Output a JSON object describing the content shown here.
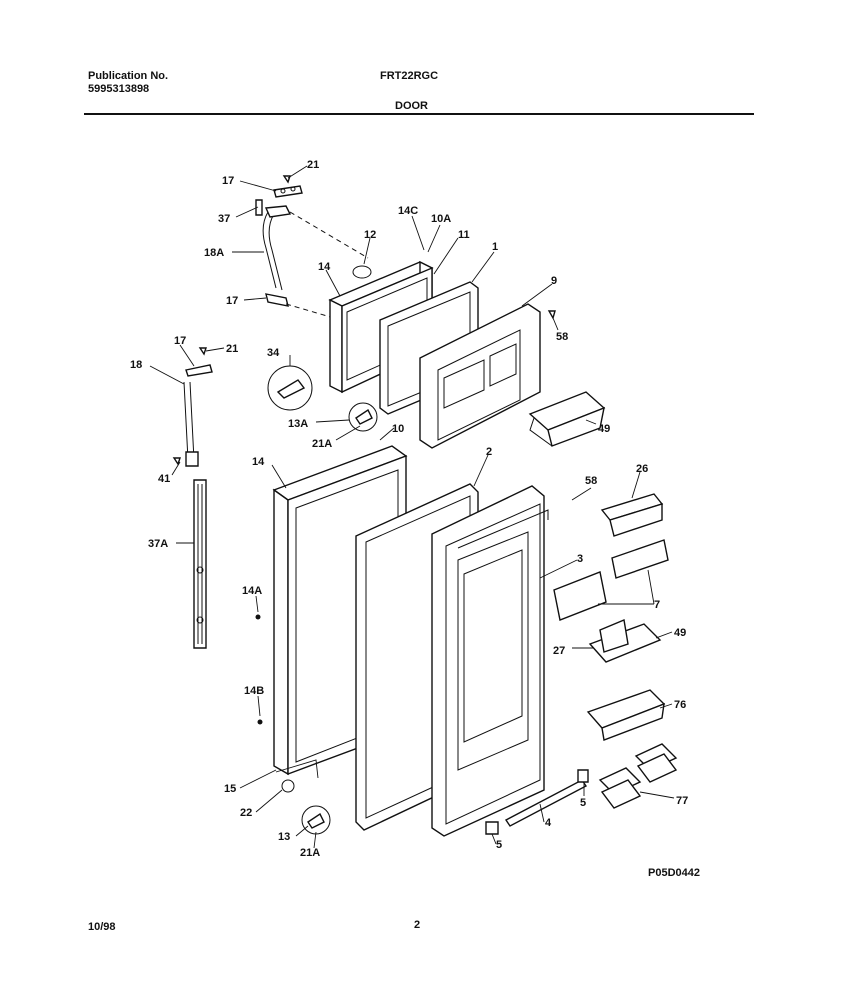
{
  "header": {
    "publication_label": "Publication No.",
    "publication_number": "5995313898",
    "model": "FRT22RGC",
    "section": "DOOR"
  },
  "footer": {
    "date": "10/98",
    "page": "2",
    "figure_code": "P05D0442"
  },
  "callouts": [
    "21",
    "17",
    "37",
    "18A",
    "12",
    "14C",
    "10A",
    "11",
    "1",
    "9",
    "14",
    "17",
    "58",
    "17",
    "21",
    "18",
    "34",
    "13A",
    "21A",
    "10",
    "49",
    "2",
    "14",
    "58",
    "26",
    "41",
    "3",
    "37A",
    "7",
    "14A",
    "27",
    "49",
    "14B",
    "76",
    "5",
    "77",
    "15",
    "22",
    "4",
    "13",
    "21A",
    "5"
  ]
}
